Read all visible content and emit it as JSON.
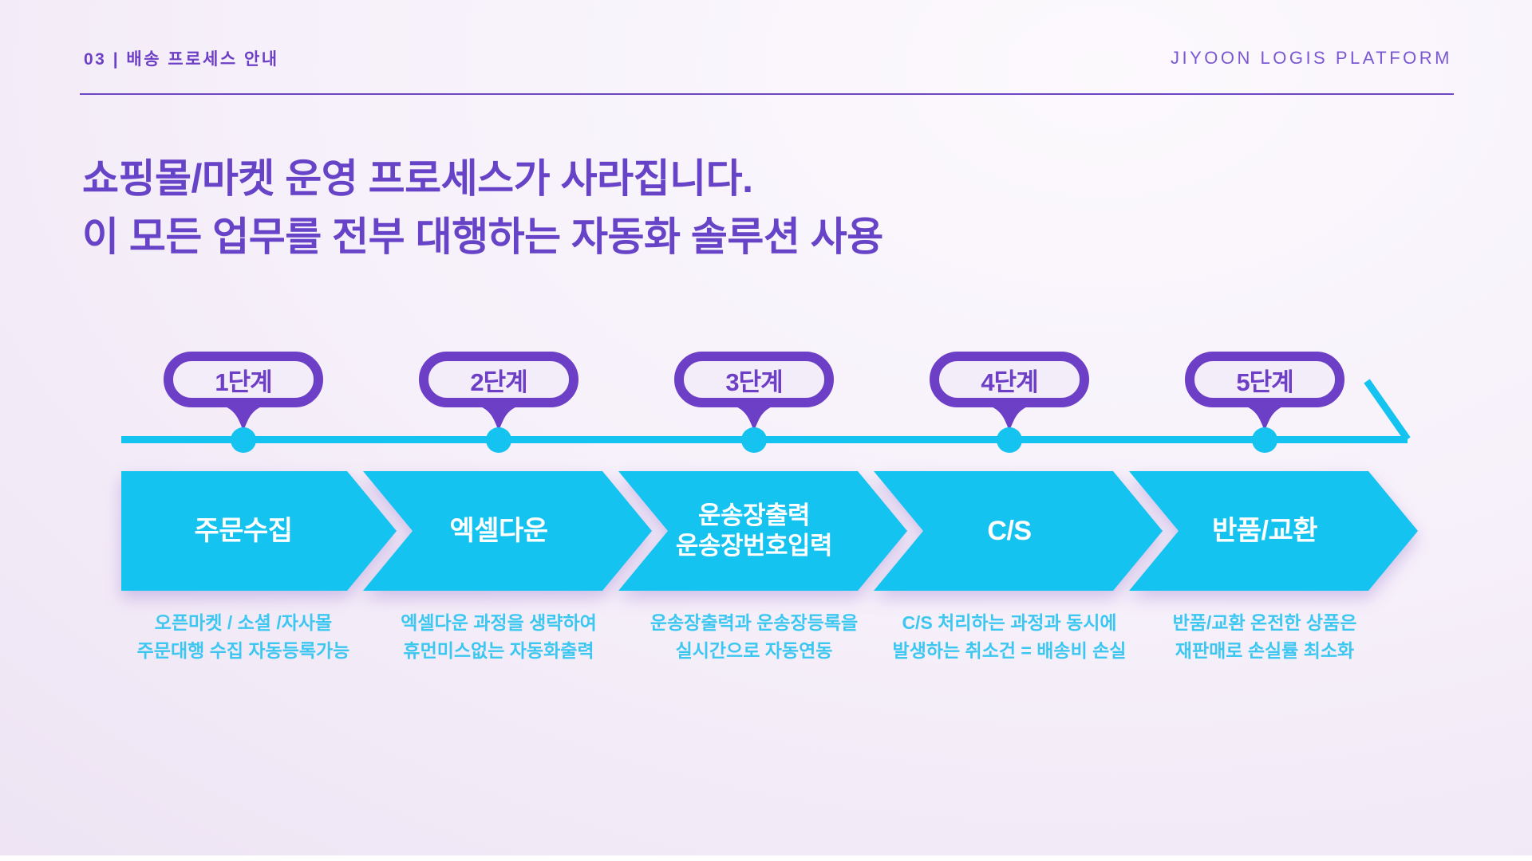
{
  "header": {
    "section_label": "03 | 배송 프로세스 안내",
    "brand": "JIYOON LOGIS PLATFORM"
  },
  "title": {
    "line1": "쇼핑몰/마켓 운영 프로세스가 사라집니다.",
    "line2": "이 모든 업무를 전부 대행하는 자동화 솔루션 사용"
  },
  "process": {
    "steps": [
      {
        "stage": "1단계",
        "label_lines": [
          "주문수집"
        ],
        "desc_lines": [
          "오픈마켓 / 소셜 /자사몰",
          "주문대행 수집 자동등록가능"
        ]
      },
      {
        "stage": "2단계",
        "label_lines": [
          "엑셀다운"
        ],
        "desc_lines": [
          "엑셀다운 과정을 생략하여",
          "휴먼미스없는 자동화출력"
        ]
      },
      {
        "stage": "3단계",
        "label_lines": [
          "운송장출력",
          "운송장번호입력"
        ],
        "desc_lines": [
          "운송장출력과 운송장등록을",
          "실시간으로 자동연동"
        ]
      },
      {
        "stage": "4단계",
        "label_lines": [
          "C/S"
        ],
        "desc_lines": [
          "C/S 처리하는 과정과 동시에",
          "발생하는 취소건 = 배송비 손실"
        ]
      },
      {
        "stage": "5단계",
        "label_lines": [
          "반품/교환"
        ],
        "desc_lines": [
          "반품/교환 온전한 상품은",
          "재판매로 손실률 최소화"
        ]
      }
    ]
  },
  "colors": {
    "purple": "#6d3ec6",
    "title_purple": "#6743c8",
    "cyan": "#15c3f0",
    "desc_cyan": "#3cc7f1",
    "arrow_text": "#ffffff"
  }
}
